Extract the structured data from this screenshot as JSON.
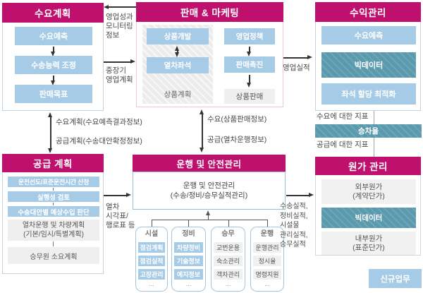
{
  "demand_plan": {
    "title": "수요계획",
    "items": [
      "수요예측",
      "수송능력 조정",
      "판매목표"
    ]
  },
  "sales_marketing": {
    "title": "판매 & 마케팅",
    "product_group": {
      "item1": "상품개발",
      "item2": "열차좌석",
      "caption": "상품계획"
    },
    "sales_group": {
      "item1": "영업정책",
      "item2": "판매촉진",
      "caption": "상품판매"
    }
  },
  "revenue_mgmt": {
    "title": "수익관리",
    "item1": "수요예측",
    "item2": "빅데이터",
    "item3": "좌석 할당 최적화"
  },
  "supply_plan": {
    "title": "공급 계획",
    "blue_items": [
      "운전선도/표준운전시간 산정",
      "실행성 검토",
      "수송대안별 예상수입 판단"
    ],
    "train_plan_line1": "열차운행 및 차량계획",
    "train_plan_line2": "(기본/임시/특별계획)",
    "crew_plan": "승무원 소요계획"
  },
  "ops_safety": {
    "title": "운행 및 안전관리",
    "body_line1": "운행 및 안전관리",
    "body_line2": "(수송/정비/승무실적관리)",
    "columns": [
      {
        "title": "시설",
        "items": [
          "점검계획",
          "점검실적",
          "고장관리"
        ],
        "more": "..."
      },
      {
        "title": "정비",
        "items": [
          "차량정비",
          "기술정보",
          "예지정보"
        ],
        "more": "..."
      },
      {
        "title": "승무",
        "items": [
          "교번운용",
          "숙소관리",
          "객차관리"
        ],
        "more": "..."
      },
      {
        "title": "운행",
        "items": [
          "운행관리",
          "정시율",
          "명령지원"
        ],
        "more": "..."
      }
    ]
  },
  "cost_mgmt": {
    "title": "원가 관리",
    "ext_line1": "외부원가",
    "ext_line2": "(계약단가)",
    "bigdata": "빅데이터",
    "int_line1": "내부원가",
    "int_line2": "(표준단가)"
  },
  "indicators": {
    "demand_label": "수요에 대한 지표",
    "ridership": "승차율",
    "supply_label": "공급에 대한 지표"
  },
  "new_business": {
    "label": "신규업무"
  },
  "flows": {
    "sales_monitor": [
      "영업성과",
      "모니터링",
      "정보"
    ],
    "midterm": [
      "중장기",
      "영업계획"
    ],
    "sales_result": "영업실적",
    "demand_plan_info": "수요계획(수요예측결과정보)",
    "supply_plan_info": "공급계획(수송대안확정정보)",
    "demand_info": "수요(상품판매정보)",
    "supply_info": "공급(열차운행정보)",
    "timetable": [
      "열차",
      "시각표/",
      "행로표 등"
    ],
    "performance": [
      "수송실적,",
      "정비실적,",
      "시설물",
      "관리실적,",
      "승무실적"
    ]
  },
  "colors": {
    "accent": "#c0106e",
    "light_blue": "#a6cbe7",
    "teal": "#5b99ad",
    "gray_item": "#efefef"
  }
}
